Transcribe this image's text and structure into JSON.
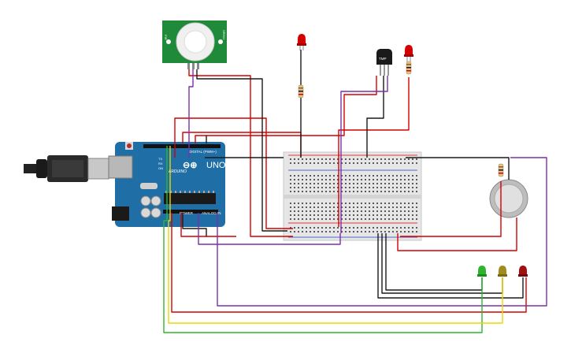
{
  "arduino": {
    "brand": "ARDUINO",
    "model": "UNO",
    "digital_label": "DIGITAL (PWM~)",
    "power_label": "POWER",
    "analog_label": "ANALOG IN",
    "on_label": "ON",
    "tx_label": "TX",
    "rx_label": "RX",
    "board_color": "#1f6fa6"
  },
  "pir_sensor": {
    "left_label": "PIR",
    "right_label": "SR501",
    "board_color": "#1f8a3a"
  },
  "temp_sensor": {
    "label": "TMP"
  },
  "wire_colors": {
    "red": "#d40000",
    "black": "#1a1a1a",
    "purple": "#7a2fa8",
    "green": "#2db52d",
    "yellow": "#e8d800",
    "brown": "#8b5a2b"
  },
  "led_colors": {
    "red": "#d40000",
    "green": "#2db52d",
    "yellow": "#a08c1e",
    "dark_red": "#a01010"
  }
}
